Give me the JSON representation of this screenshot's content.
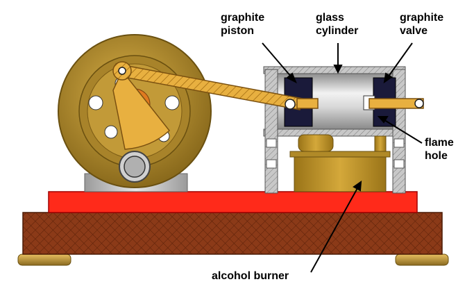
{
  "labels": {
    "graphite_piston": [
      "graphite",
      "piston"
    ],
    "glass_cylinder": [
      "glass",
      "cylinder"
    ],
    "graphite_valve": [
      "graphite",
      "valve"
    ],
    "flame_hole": [
      "flame",
      "hole"
    ],
    "alcohol_burner": "alcohol burner"
  },
  "colors": {
    "brass": "#c8a030",
    "brass_dark": "#9a7418",
    "base_red": "#ff2a1a",
    "wood": "#8b3a18",
    "glass": "#c9c9c9",
    "graphite": "#1a1a3a",
    "steel": "#b9b9b9"
  }
}
